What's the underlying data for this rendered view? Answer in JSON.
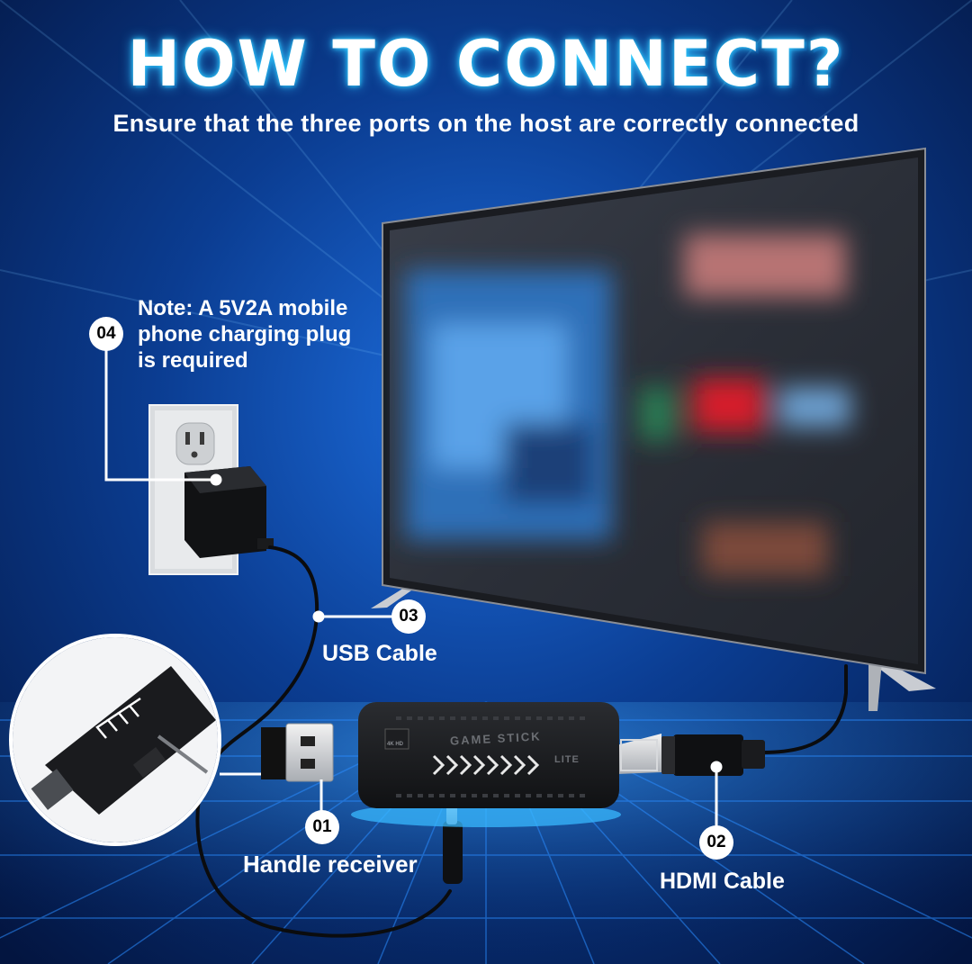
{
  "title": "HOW TO CONNECT?",
  "subtitle": "Ensure that the three ports on the host are correctly connected",
  "note": {
    "lines": [
      "Note: A 5V2A mobile",
      "phone charging plug",
      "is required"
    ]
  },
  "steps": [
    {
      "number": "01",
      "label": "Handle receiver"
    },
    {
      "number": "02",
      "label": "HDMI Cable"
    },
    {
      "number": "03",
      "label": "USB Cable"
    },
    {
      "number": "04",
      "label": ""
    }
  ],
  "device": {
    "brand": "GAME STICK",
    "model": "LITE",
    "badge_text": "4K HD"
  },
  "colors": {
    "background_dark": "#041a45",
    "background_glow": "#1f6fd6",
    "grid_line": "#2a8cff",
    "title_glow": "#2fd3ff",
    "callout": "#ffffff"
  }
}
